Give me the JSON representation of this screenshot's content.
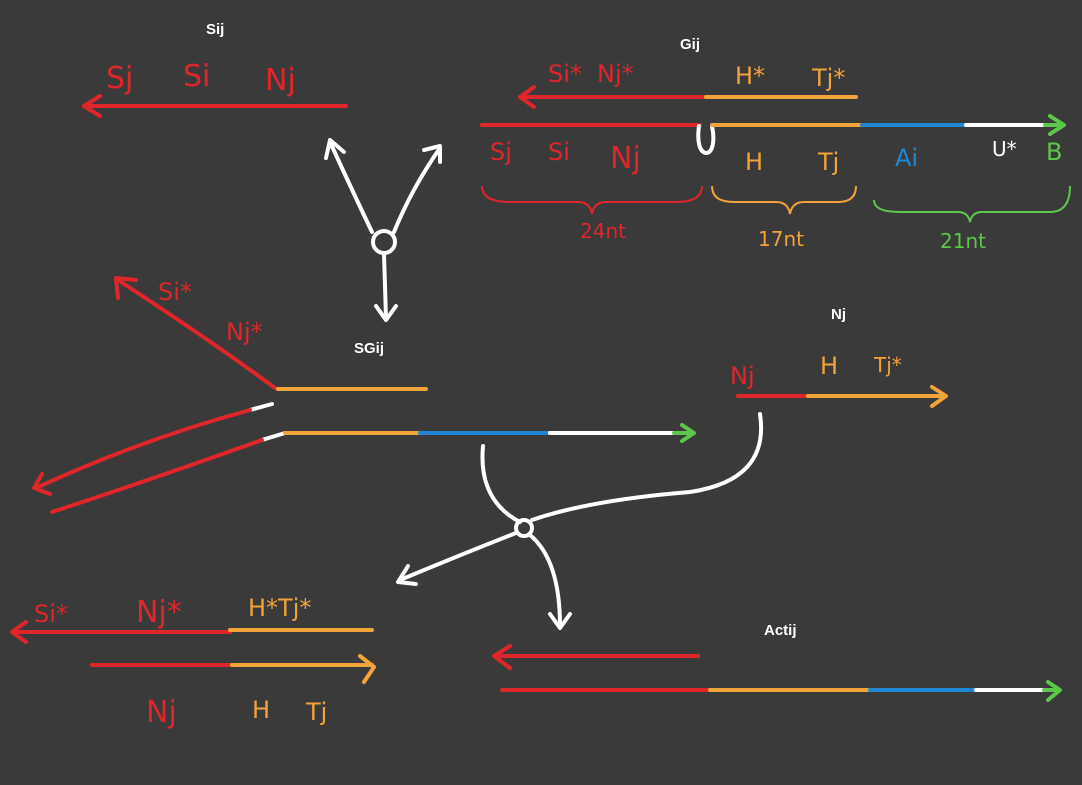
{
  "colors": {
    "background": "#3a3a3a",
    "red": "#e0262a",
    "orange": "#f2a33a",
    "blue": "#1e88d6",
    "white": "#ffffff",
    "green": "#5cc84a"
  },
  "titles": {
    "sij": "Sij",
    "gij": "Gij",
    "sgij": "SGij",
    "nj": "Nj",
    "actij": "Actij"
  },
  "labels": {
    "sij": {
      "s1": "Sj",
      "s2": "Si",
      "n": "Nj"
    },
    "gij_top": {
      "s": "Si*",
      "n": "Nj*",
      "h": "H*",
      "t": "Tj*"
    },
    "gij_bottom": {
      "s1": "Sj",
      "s2": "Si",
      "n": "Nj",
      "h": "H",
      "t": "Tj",
      "a": "Ai",
      "u": "U*",
      "b": "B"
    },
    "gij_lengths": {
      "red": "24nt",
      "orange": "17nt",
      "green": "21nt"
    },
    "sgij": {
      "s": "Si*",
      "n": "Nj*"
    },
    "nj": {
      "n": "Nj",
      "h": "H",
      "t": "Tj*"
    },
    "result_top": {
      "s": "Si*",
      "n": "Nj*",
      "ht": "H*Tj*"
    },
    "result_bottom": {
      "n": "Nj",
      "h": "H",
      "t": "Tj"
    }
  }
}
